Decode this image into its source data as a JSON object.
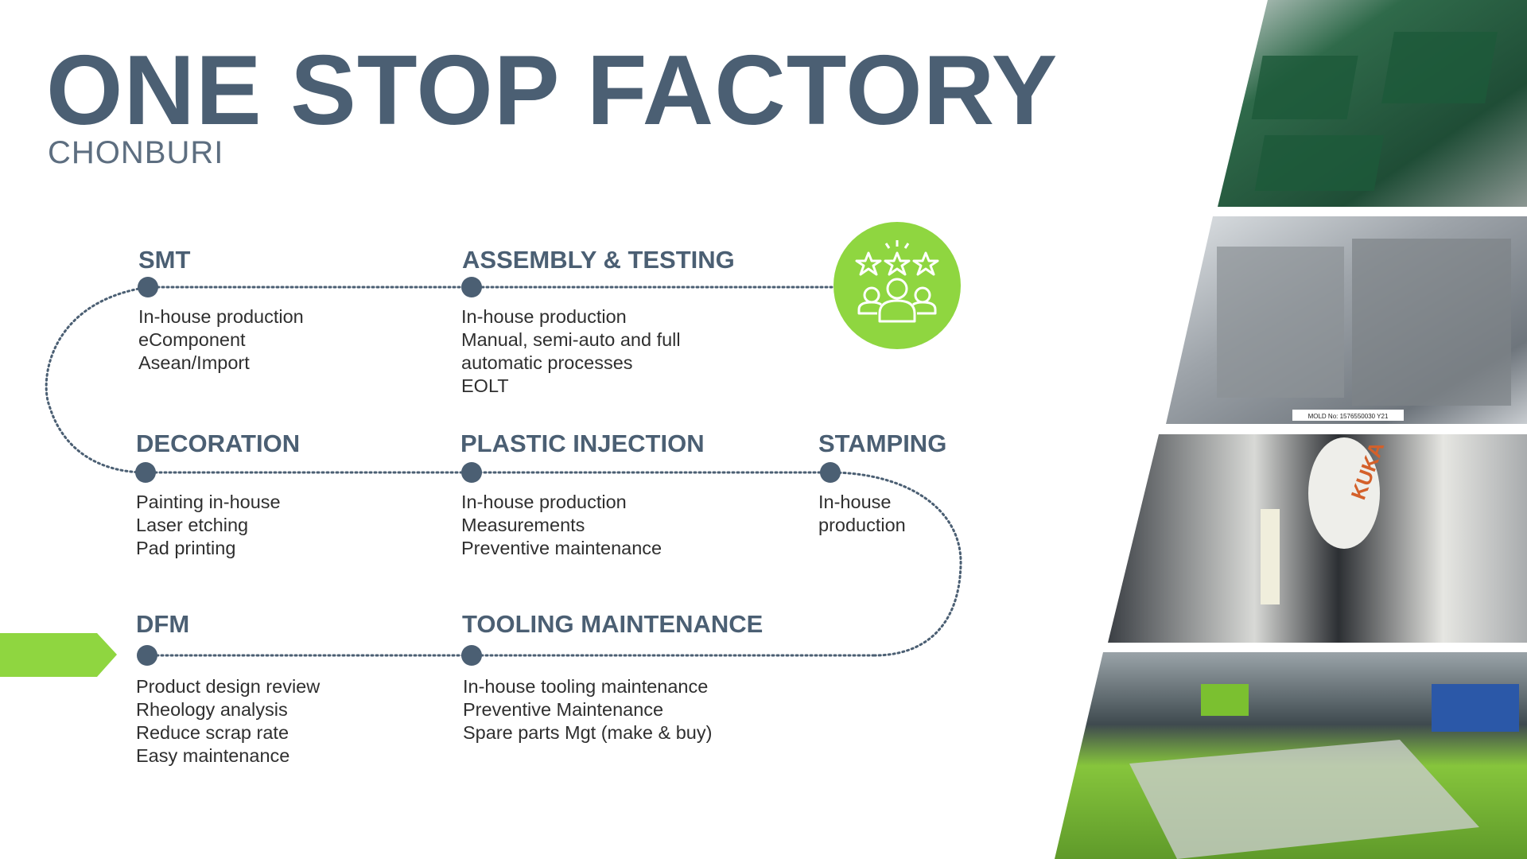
{
  "header": {
    "title": "ONE STOP FACTORY",
    "subtitle": "CHONBURI"
  },
  "steps": [
    {
      "title": "SMT",
      "lines": [
        "In-house production",
        "eComponent",
        "Asean/Import"
      ]
    },
    {
      "title": "ASSEMBLY & TESTING",
      "lines": [
        "In-house production",
        "Manual, semi-auto and full",
        "automatic processes",
        "EOLT"
      ]
    },
    {
      "title": "DECORATION",
      "lines": [
        "Painting in-house",
        "Laser etching",
        "Pad printing"
      ]
    },
    {
      "title": "PLASTIC INJECTION",
      "lines": [
        "In-house production",
        "Measurements",
        "Preventive maintenance"
      ]
    },
    {
      "title": "STAMPING",
      "lines": [
        "In-house",
        "production"
      ]
    },
    {
      "title": "DFM",
      "lines": [
        "Product design review",
        "Rheology analysis",
        "Reduce scrap rate",
        "Easy maintenance"
      ]
    },
    {
      "title": "TOOLING MAINTENANCE",
      "lines": [
        "In-house tooling maintenance",
        "Preventive Maintenance",
        "Spare parts Mgt (make & buy)"
      ]
    }
  ],
  "photos": {
    "mold_label": "MOLD No: 1576550030 Y21",
    "robot_brand": "KUKA"
  },
  "colors": {
    "accent_green": "#8fd640",
    "slate": "#4b5f73"
  },
  "icons": {
    "badge": "customer-satisfaction-stars-people-icon",
    "start_arrow": "arrow-right-icon"
  }
}
